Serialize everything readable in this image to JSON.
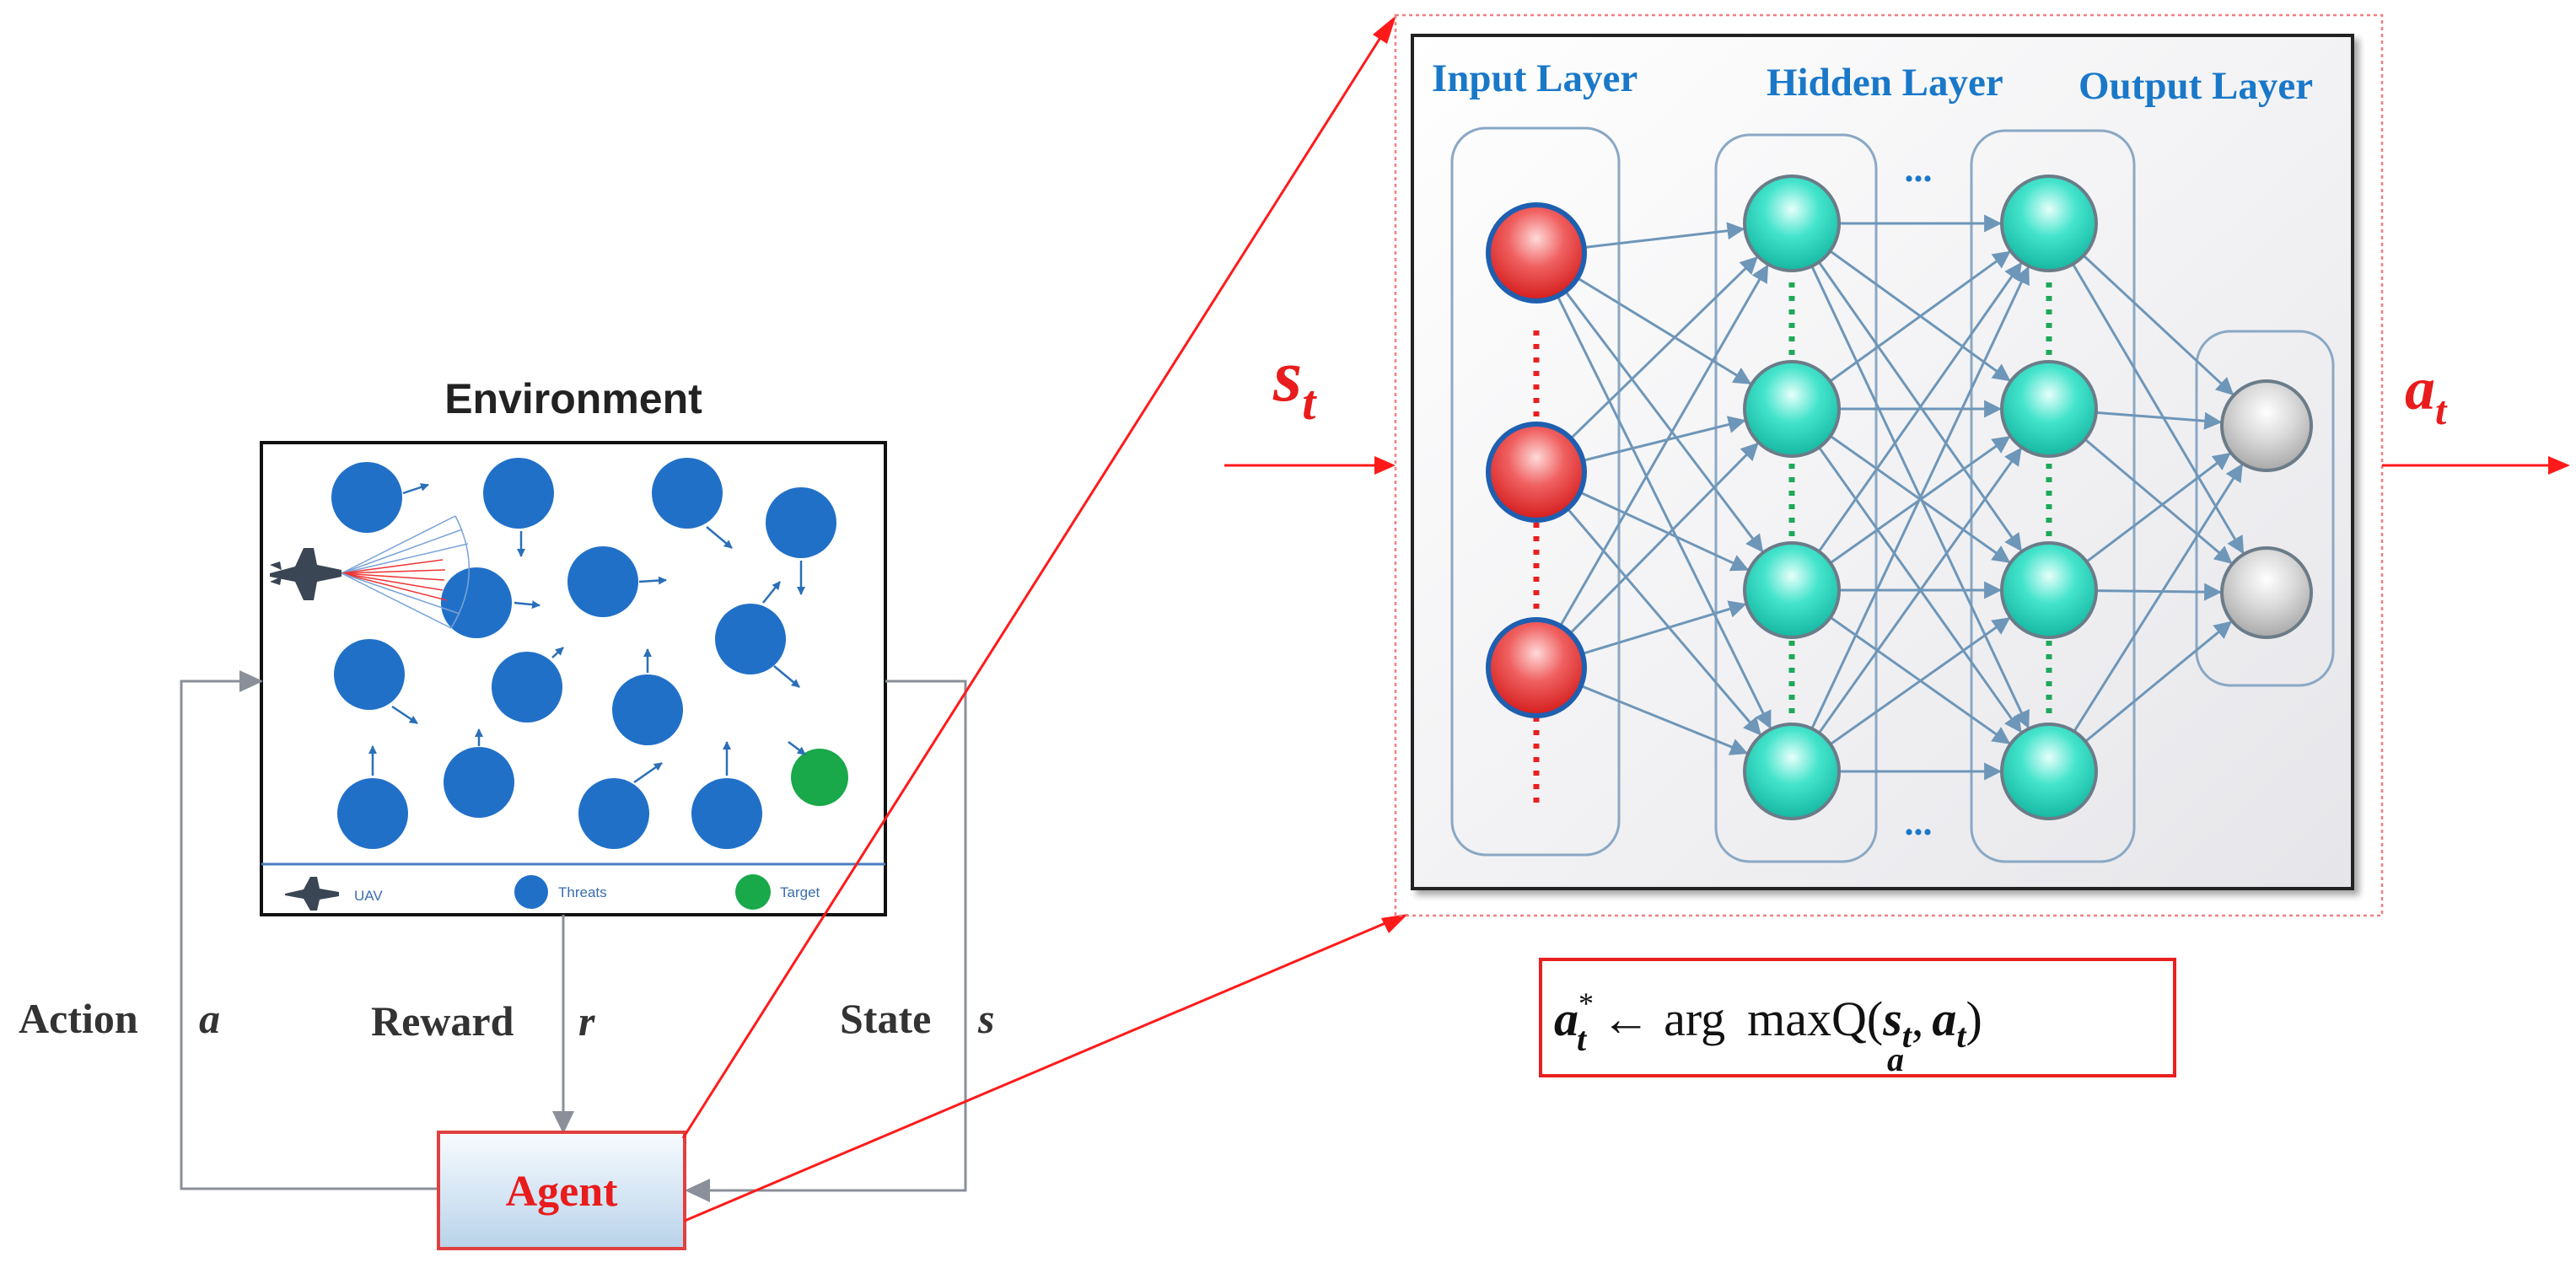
{
  "environment": {
    "title": "Environment",
    "legend": {
      "uav": "UAV",
      "threats": "Threats",
      "target": "Target"
    }
  },
  "loop": {
    "action_label": "Action",
    "action_symbol": "a",
    "reward_label": "Reward",
    "reward_symbol": "r",
    "state_label": "State",
    "state_symbol": "s"
  },
  "agent": {
    "label": "Agent"
  },
  "network": {
    "input_layer_label": "Input Layer",
    "hidden_layer_label": "Hidden Layer",
    "output_layer_label": "Output Layer",
    "hidden_ellipsis_top": "...",
    "hidden_ellipsis_bottom": "...",
    "input_symbol": "s",
    "input_subscript": "t",
    "output_symbol": "a",
    "output_subscript": "t"
  },
  "formula": {
    "lhs_symbol": "a",
    "lhs_subscript": "t",
    "lhs_superscript": "*",
    "arrow": "←",
    "arg": "arg",
    "max": "max",
    "max_sub": "a",
    "q": "Q(",
    "s": "s",
    "s_sub": "t",
    "comma": ",",
    "a": "a",
    "a_sub": "t",
    "close": ")"
  },
  "colors": {
    "threat": "#2170c8",
    "target": "#19a84a",
    "red_arrow": "#ff1a1a",
    "loop_line": "#8a8f99",
    "label_blue": "#1a78c8",
    "input_node": "#e83030",
    "hidden_node": "#2ed8c0",
    "output_node": "#c8c8c8"
  }
}
